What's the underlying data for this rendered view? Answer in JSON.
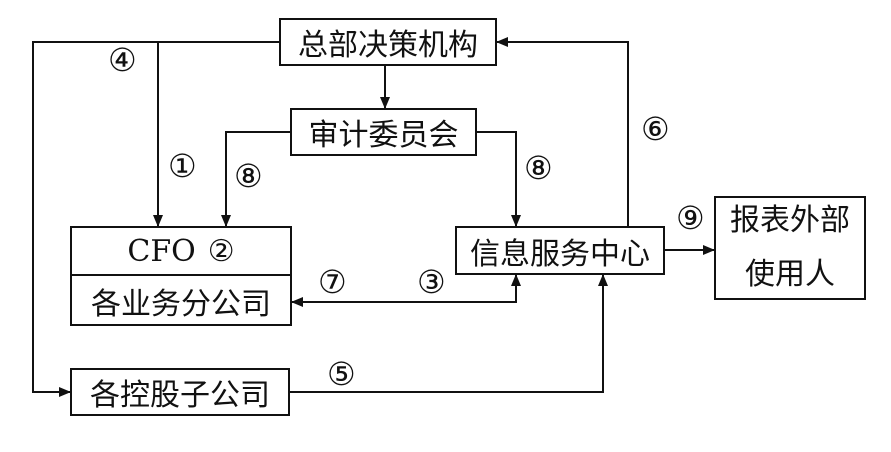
{
  "nodes": {
    "hq": "总部决策机构",
    "audit": "审计委员会",
    "cfo": "CFO",
    "cfo_num": "②",
    "business": "各业务分公司",
    "info": "信息服务中心",
    "external_line1": "报表外部",
    "external_line2": "使用人",
    "subsidiaries": "各控股子公司"
  },
  "labels": {
    "n1": "①",
    "n3": "③",
    "n4": "④",
    "n5": "⑤",
    "n6": "⑥",
    "n7": "⑦",
    "n8a": "⑧",
    "n8b": "⑧",
    "n9": "⑨"
  }
}
